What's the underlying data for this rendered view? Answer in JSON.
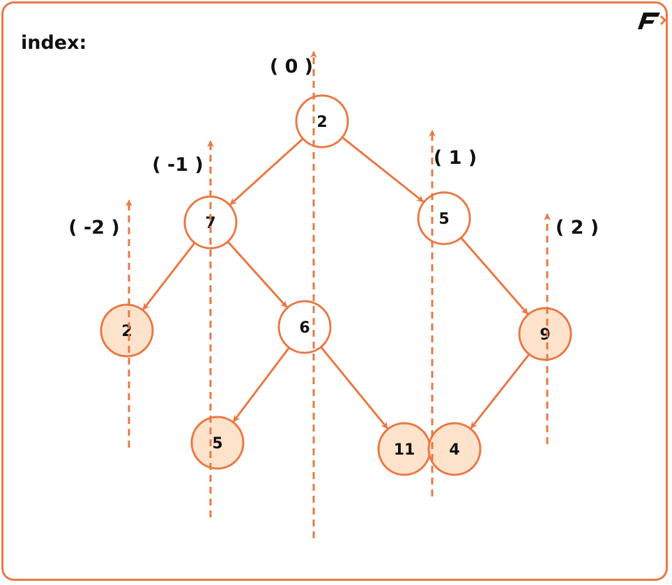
{
  "title": "index:",
  "logo_text": "F",
  "colors": {
    "accent": "#e97844",
    "leaf_fill": "#fde3cc",
    "node_fill": "#ffffff"
  },
  "tree": {
    "nodes": [
      {
        "id": "n0",
        "value": "2",
        "leaf": false
      },
      {
        "id": "n1",
        "value": "7",
        "leaf": false
      },
      {
        "id": "n2",
        "value": "5",
        "leaf": false
      },
      {
        "id": "n3",
        "value": "2",
        "leaf": true
      },
      {
        "id": "n4",
        "value": "6",
        "leaf": false
      },
      {
        "id": "n5",
        "value": "9",
        "leaf": true
      },
      {
        "id": "n6",
        "value": "5",
        "leaf": true
      },
      {
        "id": "n7",
        "value": "11",
        "leaf": true
      },
      {
        "id": "n8",
        "value": "4",
        "leaf": true
      }
    ],
    "edges": [
      [
        "n0",
        "n1"
      ],
      [
        "n0",
        "n2"
      ],
      [
        "n1",
        "n3"
      ],
      [
        "n1",
        "n4"
      ],
      [
        "n2",
        "n5"
      ],
      [
        "n4",
        "n6"
      ],
      [
        "n4",
        "n7"
      ],
      [
        "n5",
        "n8"
      ]
    ]
  },
  "columns": [
    {
      "id": "c0",
      "label": "( 0 )",
      "index": 0
    },
    {
      "id": "cm1",
      "label": "( -1 )",
      "index": -1
    },
    {
      "id": "cm2",
      "label": "( -2 )",
      "index": -2
    },
    {
      "id": "c1",
      "label": "( 1 )",
      "index": 1
    },
    {
      "id": "c2",
      "label": "( 2 )",
      "index": 2
    }
  ]
}
